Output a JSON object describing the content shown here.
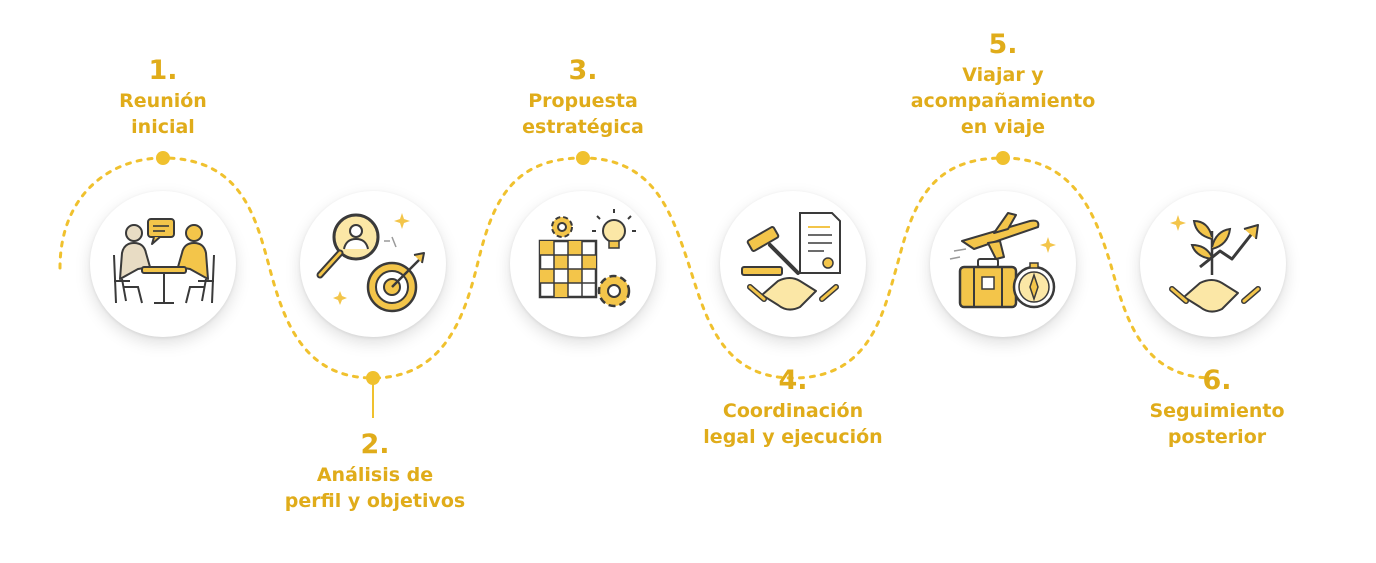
{
  "colors": {
    "accent": "#e8b422",
    "dark": "#3a3a3a",
    "light": "#f3d27a",
    "text": "#e0ac1a"
  },
  "steps": [
    {
      "number": "1.",
      "title": "Reunión\ninicial",
      "icon": "meeting-icon"
    },
    {
      "number": "2.",
      "title": "Análisis de\nperfil y objetivos",
      "icon": "profile-analysis-target-icon"
    },
    {
      "number": "3.",
      "title": "Propuesta\nestratégica",
      "icon": "strategy-board-icon"
    },
    {
      "number": "4.",
      "title": "Coordinación\nlegal y ejecución",
      "icon": "legal-handshake-icon"
    },
    {
      "number": "5.",
      "title": "Viajar y\nacompañamiento\nen viaje",
      "icon": "travel-icon"
    },
    {
      "number": "6.",
      "title": "Seguimiento\nposterior",
      "icon": "growth-handshake-icon"
    }
  ]
}
